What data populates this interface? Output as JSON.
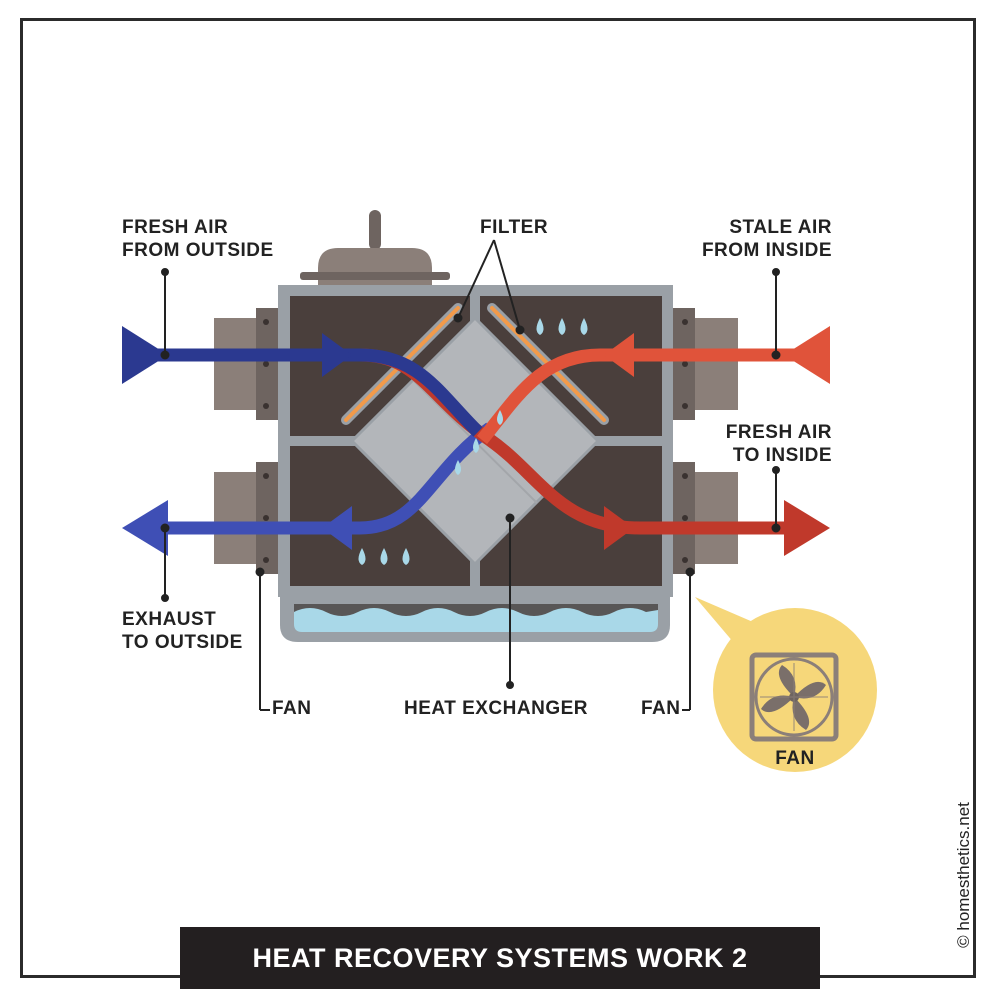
{
  "title": "HEAT RECOVERY SYSTEMS WORK 2",
  "credit": "© homesthetics.net",
  "labels": {
    "fresh_air_outside_1": "FRESH AIR",
    "fresh_air_outside_2": "FROM OUTSIDE",
    "filter": "FILTER",
    "stale_air_1": "STALE AIR",
    "stale_air_2": "FROM INSIDE",
    "fresh_air_inside_1": "FRESH AIR",
    "fresh_air_inside_2": "TO INSIDE",
    "exhaust_1": "EXHAUST",
    "exhaust_2": "TO OUTSIDE",
    "fan_left": "FAN",
    "heat_exchanger": "HEAT EXCHANGER",
    "fan_right": "FAN",
    "fan_callout": "FAN"
  },
  "colors": {
    "cold_air": "#2b3990",
    "cool_air": "#3f4fb5",
    "warm_air": "#e0533a",
    "hot_air": "#c0392b",
    "casing": "#4a3f3c",
    "frame": "#9aa0a6",
    "exchanger": "#b3b6ba",
    "filter": "#f29a4a",
    "water": "#a9d8e8",
    "callout": "#f6d77a"
  }
}
